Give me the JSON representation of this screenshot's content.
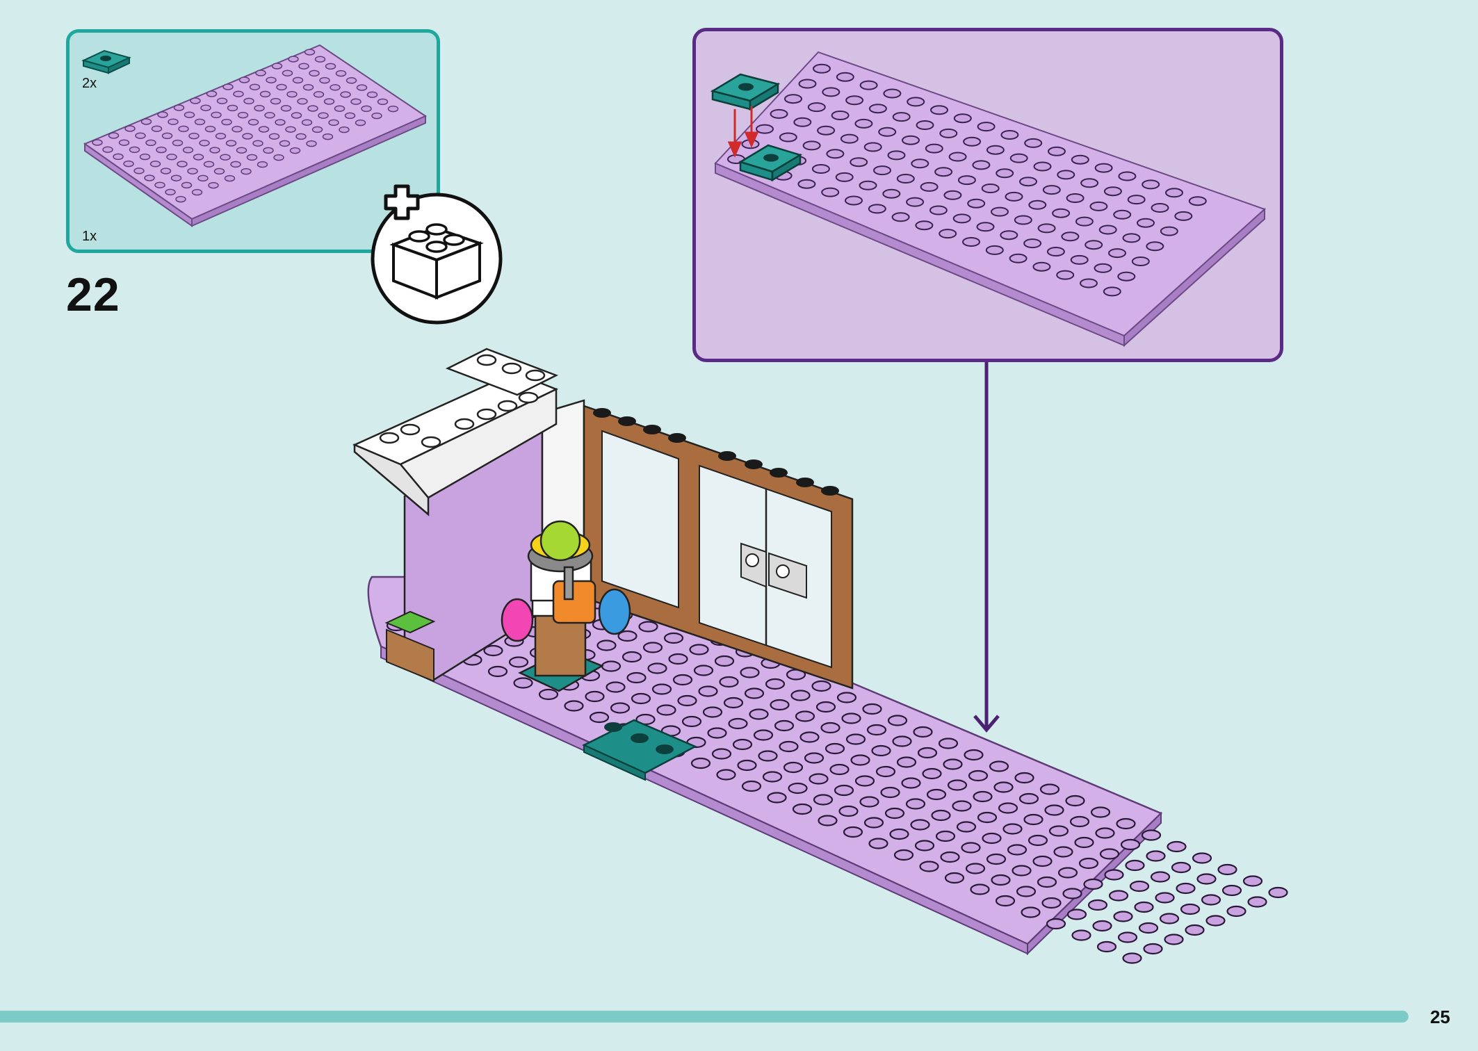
{
  "step": {
    "number": "22"
  },
  "parts": [
    {
      "name": "teal-plate-1x2",
      "qty": "2x",
      "color": "#1e8e88"
    },
    {
      "name": "lavender-baseplate",
      "qty": "1x",
      "color": "#c9a3e0"
    }
  ],
  "page": {
    "number": "25"
  },
  "colors": {
    "background": "#d5ecec",
    "parts_panel_border": "#1fa69d",
    "callout_border": "#5b2a86",
    "baseplate": "#c9a3e0",
    "teal": "#1e8e88",
    "arrow_red": "#d12a2a",
    "footer_bar": "#7ccbc7"
  },
  "icons": {
    "add_brick": "plus-brick-icon",
    "connector_arrow": "down-arrow-icon"
  }
}
